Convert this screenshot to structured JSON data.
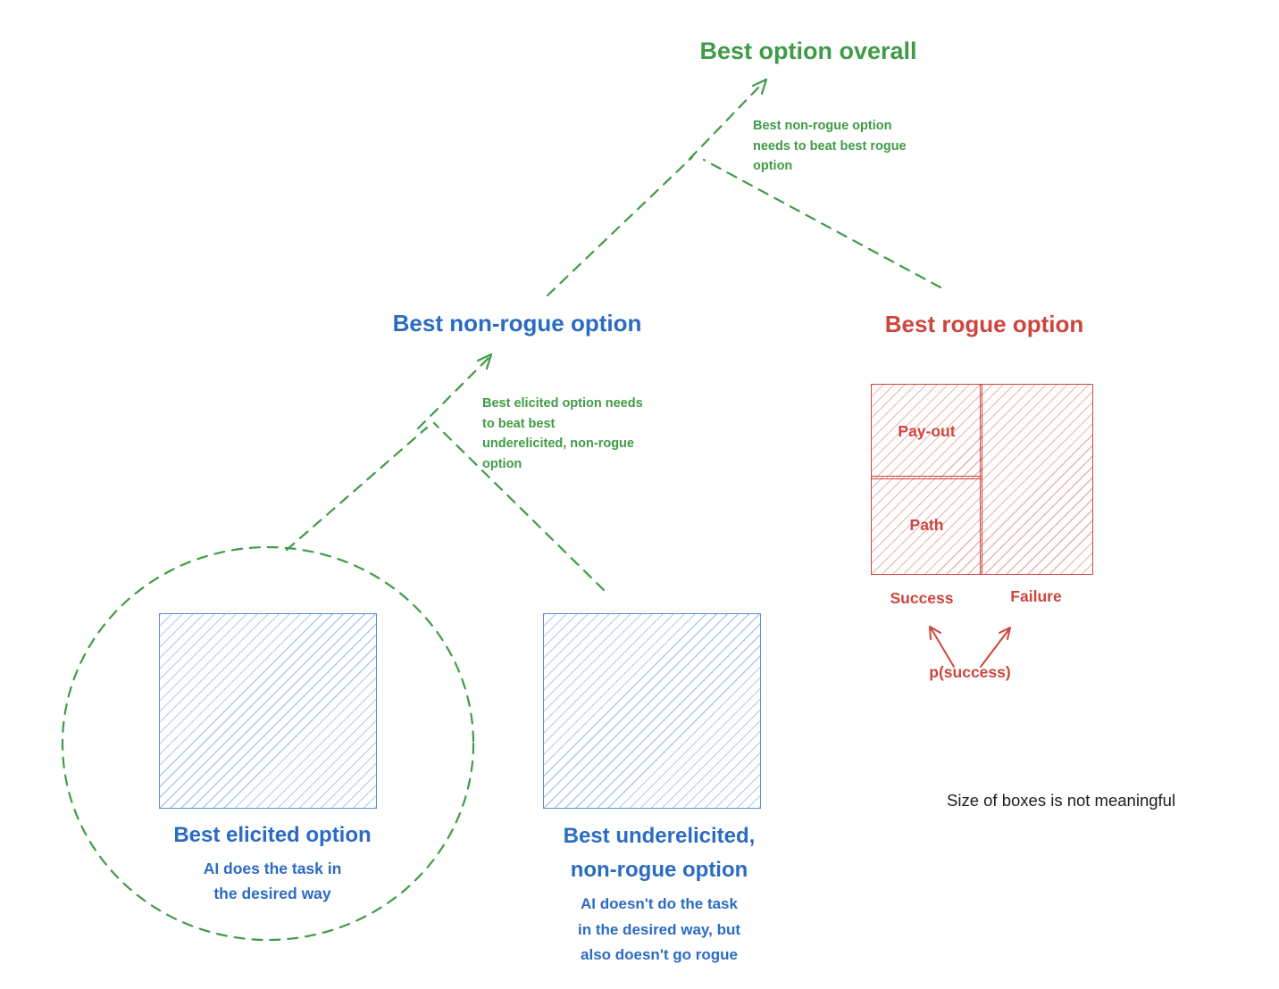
{
  "colors": {
    "green": "#3f9b45",
    "blue": "#2b6bc4",
    "box_blue": "#5b8ede",
    "red": "#ce453d",
    "text": "#1d1d1d"
  },
  "titles": {
    "overall": "Best option overall",
    "non_rogue": "Best non-rogue option",
    "rogue": "Best rogue option"
  },
  "annotations": {
    "top": {
      "lines": [
        "Best non-rogue option",
        "needs to beat best rogue",
        "option"
      ]
    },
    "mid": {
      "lines": [
        "Best elicited option needs",
        "to beat best",
        "underelicited, non-rogue",
        "option"
      ]
    }
  },
  "elicited": {
    "title": "Best elicited option",
    "desc_lines": [
      "AI does the task in",
      "the desired way"
    ]
  },
  "underelicited": {
    "title_lines": [
      "Best underelicited,",
      "non-rogue option"
    ],
    "desc_lines": [
      "AI doesn't do the task",
      "in the desired way, but",
      "also doesn't go rogue"
    ]
  },
  "rogue_diagram": {
    "payout_label": "Pay-out",
    "path_label": "Path",
    "success_label": "Success",
    "failure_label": "Failure",
    "p_success_label": "p(success)"
  },
  "note": "Size of boxes is not meaningful"
}
